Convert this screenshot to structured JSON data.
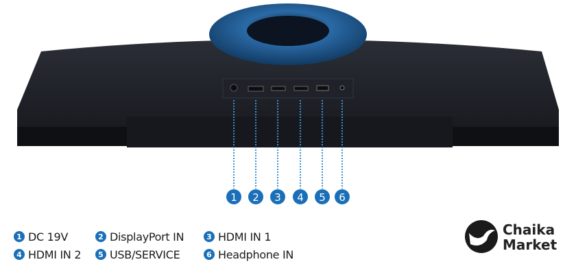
{
  "ports": [
    {
      "number": "1",
      "label": "DC 19V"
    },
    {
      "number": "2",
      "label": "DisplayPort IN"
    },
    {
      "number": "3",
      "label": "HDMI IN 1"
    },
    {
      "number": "4",
      "label": "HDMI IN 2"
    },
    {
      "number": "5",
      "label": "USB/SERVICE"
    },
    {
      "number": "6",
      "label": "Headphone IN"
    }
  ],
  "logo": {
    "line1": "Chaika",
    "line2": "Market"
  },
  "colors": {
    "accent": "#1a6fb8",
    "body": "#1c1f26",
    "stand": "#2f6fa8"
  }
}
